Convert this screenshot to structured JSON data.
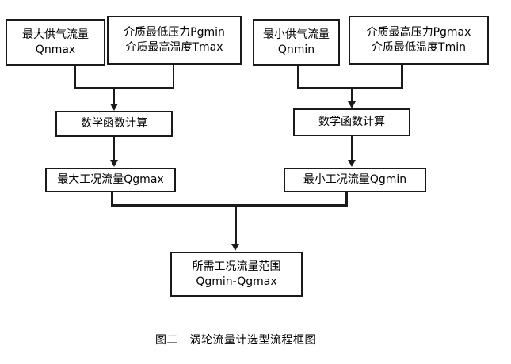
{
  "diagram": {
    "type": "flowchart",
    "caption": "图二　涡轮流量计选型流程框图",
    "colors": {
      "background": "#ffffff",
      "stroke": "#1a1a1a",
      "text": "#000000"
    },
    "nodes": {
      "max_supply_flow": {
        "line1": "最大供气流量",
        "line2": "Qnmax"
      },
      "min_pressure_max_temp": {
        "line1": "介质最低压力Pgmin",
        "line2": "介质最高温度Tmax"
      },
      "min_supply_flow": {
        "line1": "最小供气流量",
        "line2": "Qnmin"
      },
      "max_pressure_min_temp": {
        "line1": "介质最高压力Pgmax",
        "line2": "介质最低温度Tmin"
      },
      "math_calc_left": {
        "line1": "数学函数计算"
      },
      "math_calc_right": {
        "line1": "数学函数计算"
      },
      "qgmax_result": {
        "line1": "最大工况流量Qgmax"
      },
      "qgmin_result": {
        "line1": "最小工况流量Qgmin"
      },
      "required_range": {
        "line1": "所需工况流量范围",
        "line2": "Qgmin-Qgmax"
      }
    },
    "edges": [
      {
        "from": "max_supply_flow",
        "to": "math_calc_left"
      },
      {
        "from": "min_pressure_max_temp",
        "to": "math_calc_left"
      },
      {
        "from": "min_supply_flow",
        "to": "math_calc_right"
      },
      {
        "from": "max_pressure_min_temp",
        "to": "math_calc_right"
      },
      {
        "from": "math_calc_left",
        "to": "qgmax_result"
      },
      {
        "from": "math_calc_right",
        "to": "qgmin_result"
      },
      {
        "from": "qgmax_result",
        "to": "required_range"
      },
      {
        "from": "qgmin_result",
        "to": "required_range"
      }
    ]
  }
}
